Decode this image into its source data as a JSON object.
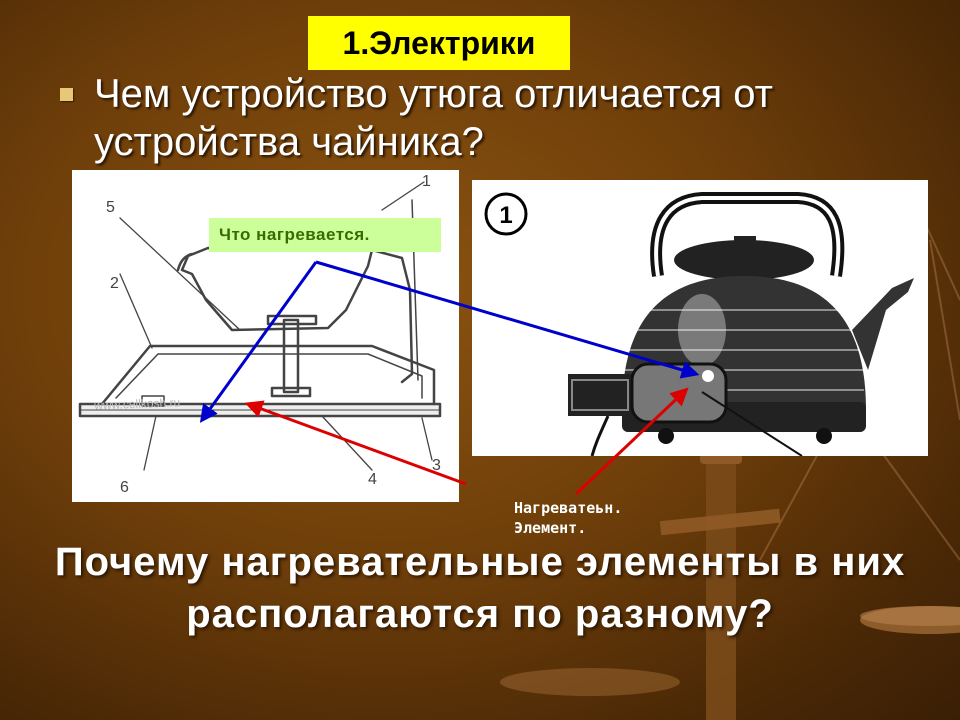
{
  "slide": {
    "title": "1.Электрики",
    "question": "Чем устройство утюга отличается от устройства чайника?",
    "iron_callout": "Что нагревается.",
    "heater_callout_line1": "Нагреватеьн.",
    "heater_callout_line2": "Элемент.",
    "bottom_question": "Почему нагревательные элементы в них располагаются по разному?"
  },
  "iron_figure": {
    "labels": [
      "1",
      "2",
      "3",
      "4",
      "5",
      "6"
    ],
    "watermark": "www.cellkosh.ru"
  },
  "kettle_figure": {
    "number_badge": "1"
  },
  "colors": {
    "title_bg": "#ffff00",
    "callout_bg": "#ccff99",
    "callout_text": "#3a6b00",
    "arrow_blue": "#0000cc",
    "arrow_red": "#dd0000"
  }
}
